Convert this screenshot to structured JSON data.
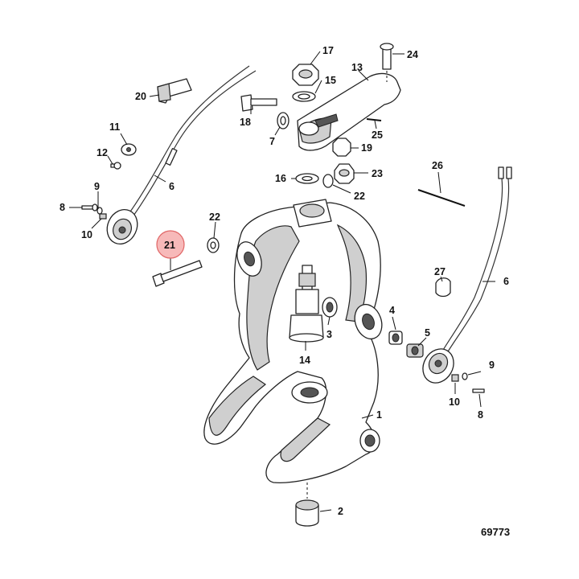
{
  "figure_number": "69773",
  "highlight_color": "#f7b9b9",
  "highlighted_callout": "21",
  "callouts": {
    "c1": "1",
    "c2": "2",
    "c3": "3",
    "c4": "4",
    "c5": "5",
    "c6a": "6",
    "c6b": "6",
    "c7": "7",
    "c8a": "8",
    "c8b": "8",
    "c9a": "9",
    "c9b": "9",
    "c10a": "10",
    "c10b": "10",
    "c11": "11",
    "c12": "12",
    "c13": "13",
    "c14": "14",
    "c15": "15",
    "c16": "16",
    "c17": "17",
    "c18": "18",
    "c19": "19",
    "c20": "20",
    "c21": "21",
    "c22a": "22",
    "c22b": "22",
    "c23": "23",
    "c24": "24",
    "c25": "25",
    "c26": "26",
    "c27": "27"
  }
}
